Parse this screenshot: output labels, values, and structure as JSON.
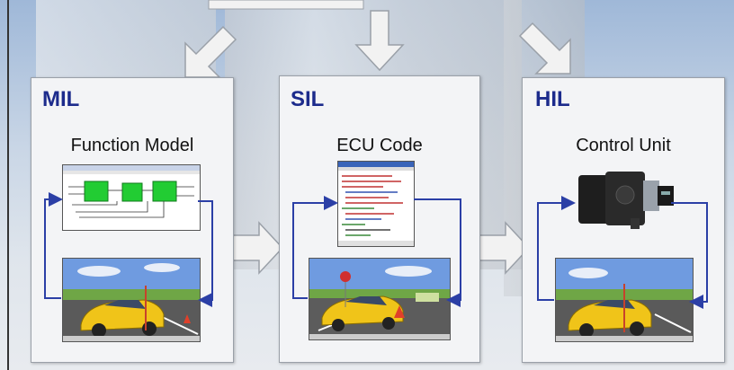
{
  "stages": [
    {
      "id": "mil",
      "title": "MIL",
      "subtitle": "Function Model"
    },
    {
      "id": "sil",
      "title": "SIL",
      "subtitle": "ECU Code"
    },
    {
      "id": "hil",
      "title": "HIL",
      "subtitle": "Control Unit"
    }
  ],
  "colors": {
    "title": "#1c2b8c",
    "loop": "#2b3fa6",
    "block": "#22cc33",
    "arrow_fill": "#f2f2f2",
    "arrow_stroke": "#9aa0a8"
  },
  "icons": [
    "block-diagram",
    "code-editor",
    "ecu-hardware",
    "car-simulation"
  ]
}
